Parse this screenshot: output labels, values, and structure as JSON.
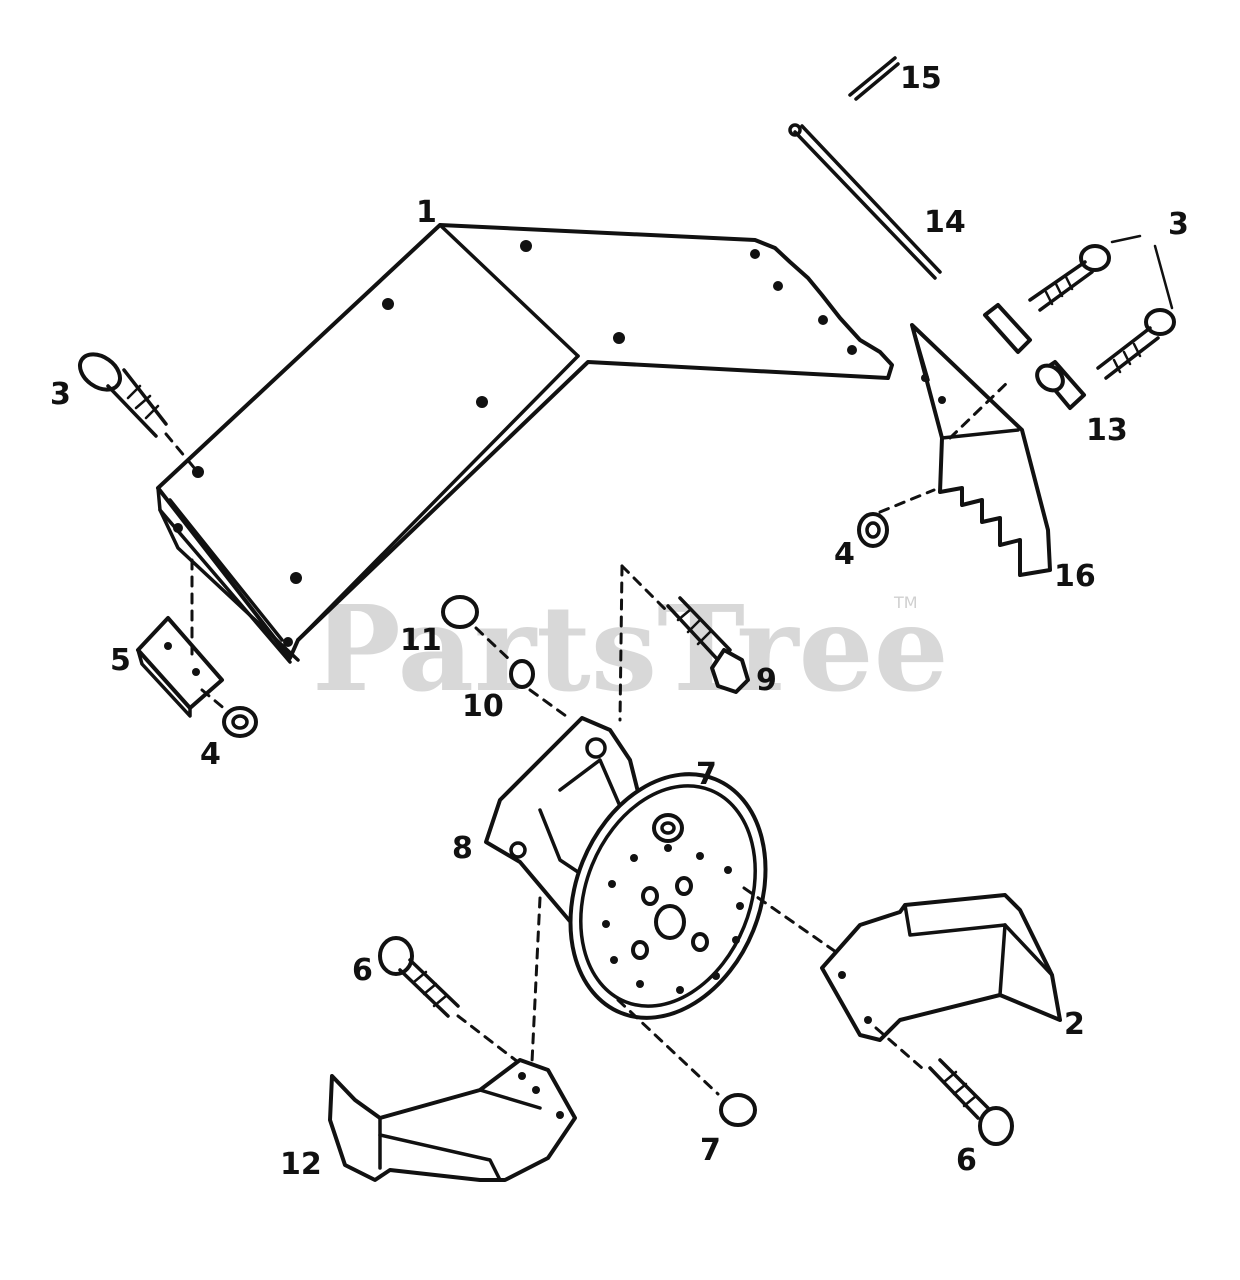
{
  "watermark": {
    "text": "PartsTree",
    "trademark": "TM"
  },
  "callouts": {
    "c1": "1",
    "c2": "2",
    "c3a": "3",
    "c3b": "3",
    "c4a": "4",
    "c4b": "4",
    "c5": "5",
    "c6a": "6",
    "c6b": "6",
    "c7a": "7",
    "c7b": "7",
    "c8": "8",
    "c9": "9",
    "c10": "10",
    "c11": "11",
    "c12": "12",
    "c13": "13",
    "c14": "14",
    "c15": "15",
    "c16": "16"
  }
}
